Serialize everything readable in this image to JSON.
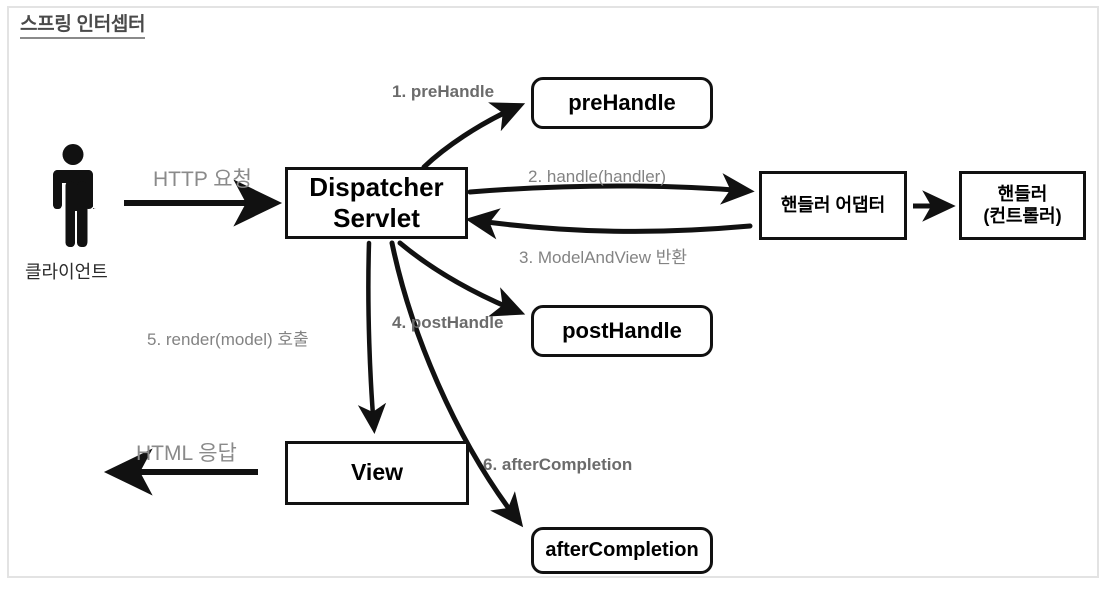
{
  "diagram": {
    "title": "스프링 인터셉터",
    "actor": {
      "icon": "person-icon",
      "caption": "클라이언트"
    },
    "nodes": [
      {
        "id": "dispatcher",
        "label": "Dispatcher\nServlet",
        "shape": "sharp"
      },
      {
        "id": "prehandle",
        "label": "preHandle",
        "shape": "rounded"
      },
      {
        "id": "posthandle",
        "label": "postHandle",
        "shape": "rounded"
      },
      {
        "id": "aftercompletion",
        "label": "afterCompletion",
        "shape": "rounded"
      },
      {
        "id": "adapter",
        "label": "핸들러 어댑터",
        "shape": "sharp"
      },
      {
        "id": "handler",
        "label": "핸들러\n(컨트롤러)",
        "shape": "sharp"
      },
      {
        "id": "view",
        "label": "View",
        "shape": "sharp"
      }
    ],
    "edge_labels": {
      "step1": "1. preHandle",
      "step2": "2. handle(handler)",
      "step3": "3. ModelAndView 반환",
      "step4": "4. postHandle",
      "step5": "5. render(model) 호출",
      "step6": "6. afterCompletion",
      "http_request": "HTTP 요청",
      "http_response": "HTML 응답"
    },
    "colors": {
      "frame_border": "#e3e3e3",
      "node_border": "#111111",
      "node_fill": "#ffffff",
      "step_label_text": "#6b6b6b",
      "plain_label_text": "#838383",
      "title_text": "#4a4a4a",
      "arrow": "#111111",
      "background": "#ffffff"
    }
  }
}
